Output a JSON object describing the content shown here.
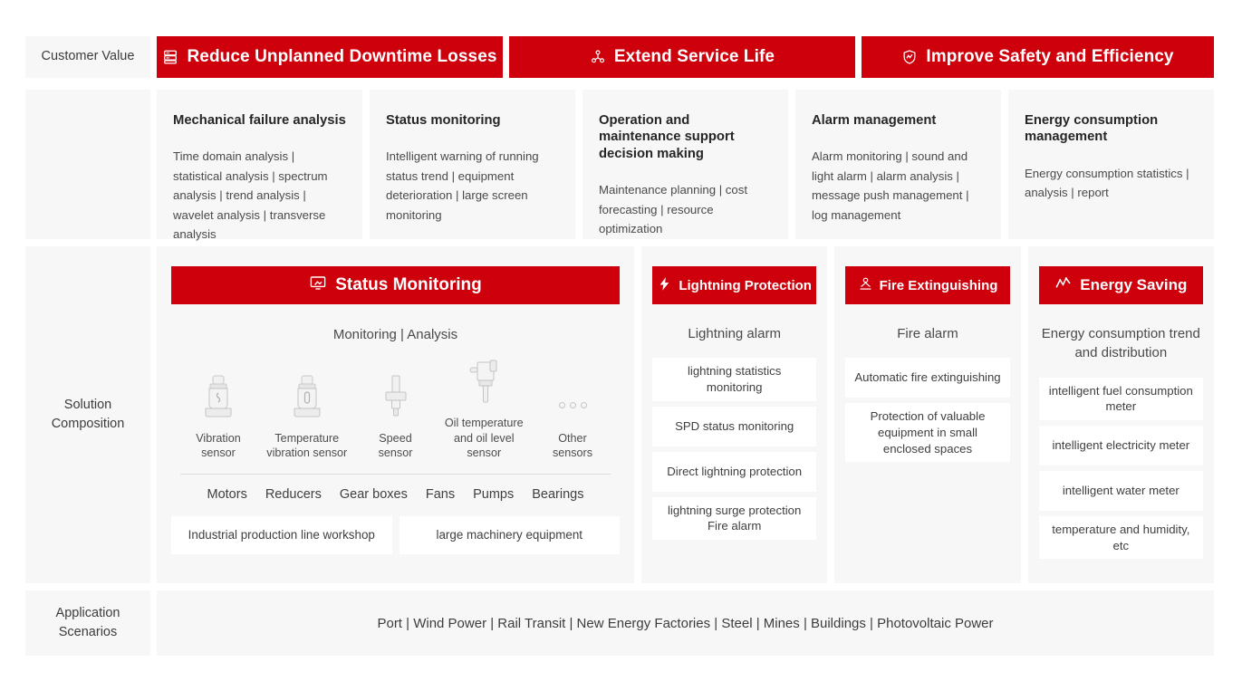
{
  "accent_color": "#ce000c",
  "panel_bg": "#f7f7f7",
  "rows": {
    "customer_value_label": "Customer Value",
    "solution_label": "Solution\nComposition",
    "solution_label_line1": "Solution",
    "solution_label_line2": "Composition",
    "application_label_line1": "Application",
    "application_label_line2": "Scenarios"
  },
  "banners": [
    {
      "icon": "server-rack-icon",
      "label": "Reduce Unplanned Downtime Losses"
    },
    {
      "icon": "gear-node-icon",
      "label": "Extend Service Life"
    },
    {
      "icon": "shield-chart-icon",
      "label": "Improve Safety and Efficiency"
    }
  ],
  "feature_cards": [
    {
      "title": "Mechanical failure analysis",
      "body": "Time domain analysis | statistical analysis | spectrum analysis | trend analysis | wavelet analysis | transverse analysis"
    },
    {
      "title": "Status monitoring",
      "body": "Intelligent warning of running status trend | equipment deterioration | large screen monitoring"
    },
    {
      "title": "Operation and maintenance support decision making",
      "body": "Maintenance planning | cost forecasting | resource optimization"
    },
    {
      "title": "Alarm management",
      "body": "Alarm monitoring | sound and light alarm | alarm analysis | message push management | log management"
    },
    {
      "title": "Energy consumption management",
      "body": "Energy consumption statistics | analysis | report"
    }
  ],
  "status_monitoring": {
    "icon": "monitor-screen-icon",
    "title": "Status Monitoring",
    "subtitle": "Monitoring | Analysis",
    "sensors": [
      {
        "icon": "vibration-sensor-icon",
        "caption_line1": "Vibration",
        "caption_line2": "sensor"
      },
      {
        "icon": "temperature-vibration-sensor-icon",
        "caption_line1": "Temperature",
        "caption_line2": "vibration sensor"
      },
      {
        "icon": "speed-sensor-icon",
        "caption_line1": "Speed",
        "caption_line2": "sensor"
      },
      {
        "icon": "oil-sensor-icon",
        "caption_line1": "Oil temperature",
        "caption_line2": "and oil level sensor"
      },
      {
        "icon": "ellipsis-icon",
        "caption_line1": "Other",
        "caption_line2": "sensors"
      }
    ],
    "equipment": [
      "Motors",
      "Reducers",
      "Gear boxes",
      "Fans",
      "Pumps",
      "Bearings"
    ],
    "boxes": [
      "Industrial production line workshop",
      "large machinery equipment"
    ]
  },
  "columns": [
    {
      "icon": "lightning-bolt-icon",
      "title": "Lightning Protection",
      "subtitle": "Lightning alarm",
      "items": [
        "lightning statistics monitoring",
        "SPD status monitoring",
        "Direct lightning protection",
        "lightning surge protection Fire alarm"
      ]
    },
    {
      "icon": "fire-extinguisher-icon",
      "title": "Fire Extinguishing",
      "subtitle": "Fire alarm",
      "items": [
        "Automatic fire extinguishing",
        "Protection of valuable equipment in small enclosed spaces"
      ]
    },
    {
      "icon": "trend-line-icon",
      "title": "Energy Saving",
      "subtitle": "Energy consumption trend and distribution",
      "items": [
        "intelligent fuel consumption meter",
        "intelligent electricity meter",
        "intelligent water meter",
        "temperature and humidity, etc"
      ]
    }
  ],
  "application_scenarios": "Port | Wind Power | Rail Transit | New Energy Factories | Steel | Mines | Buildings | Photovoltaic Power"
}
